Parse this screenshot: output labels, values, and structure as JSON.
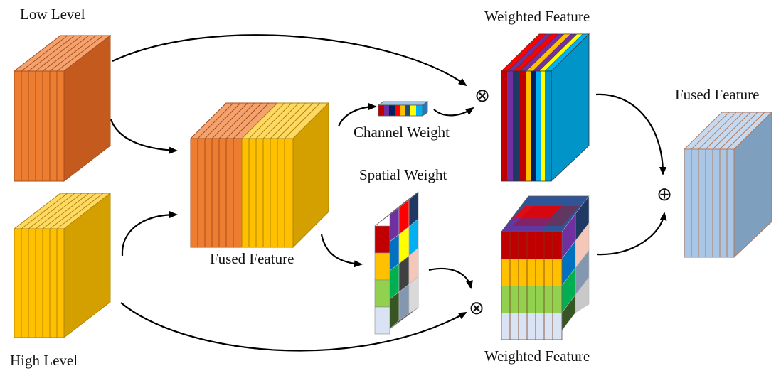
{
  "labels": {
    "low_level": "Low Level",
    "high_level": "High Level",
    "fused_feature_mid": "Fused Feature",
    "channel_weight": "Channel Weight",
    "spatial_weight": "Spatial Weight",
    "weighted_feature_top": "Weighted Feature",
    "weighted_feature_bottom": "Weighted Feature",
    "fused_feature_out": "Fused Feature"
  },
  "operators": {
    "multiply": "⊗",
    "add": "⊕"
  },
  "colors": {
    "low_level": "#ed7d31",
    "high_level": "#ffc000",
    "fused_output": "#a9c6e6",
    "channel_palette": [
      "#c00000",
      "#7030a0",
      "#002060",
      "#ffc000",
      "#ff0000",
      "#ffff00",
      "#00b0f0",
      "#0070c0"
    ],
    "spatial_rows": [
      [
        "#c00000",
        "#1f4e79",
        "#e8e8e8"
      ],
      [
        "#ffc000",
        "#0070c0",
        "#ff00ff"
      ],
      [
        "#92d050",
        "#00b050",
        "#404040"
      ],
      [
        "#dae3f3",
        "#375623",
        "#8497b0"
      ]
    ]
  }
}
